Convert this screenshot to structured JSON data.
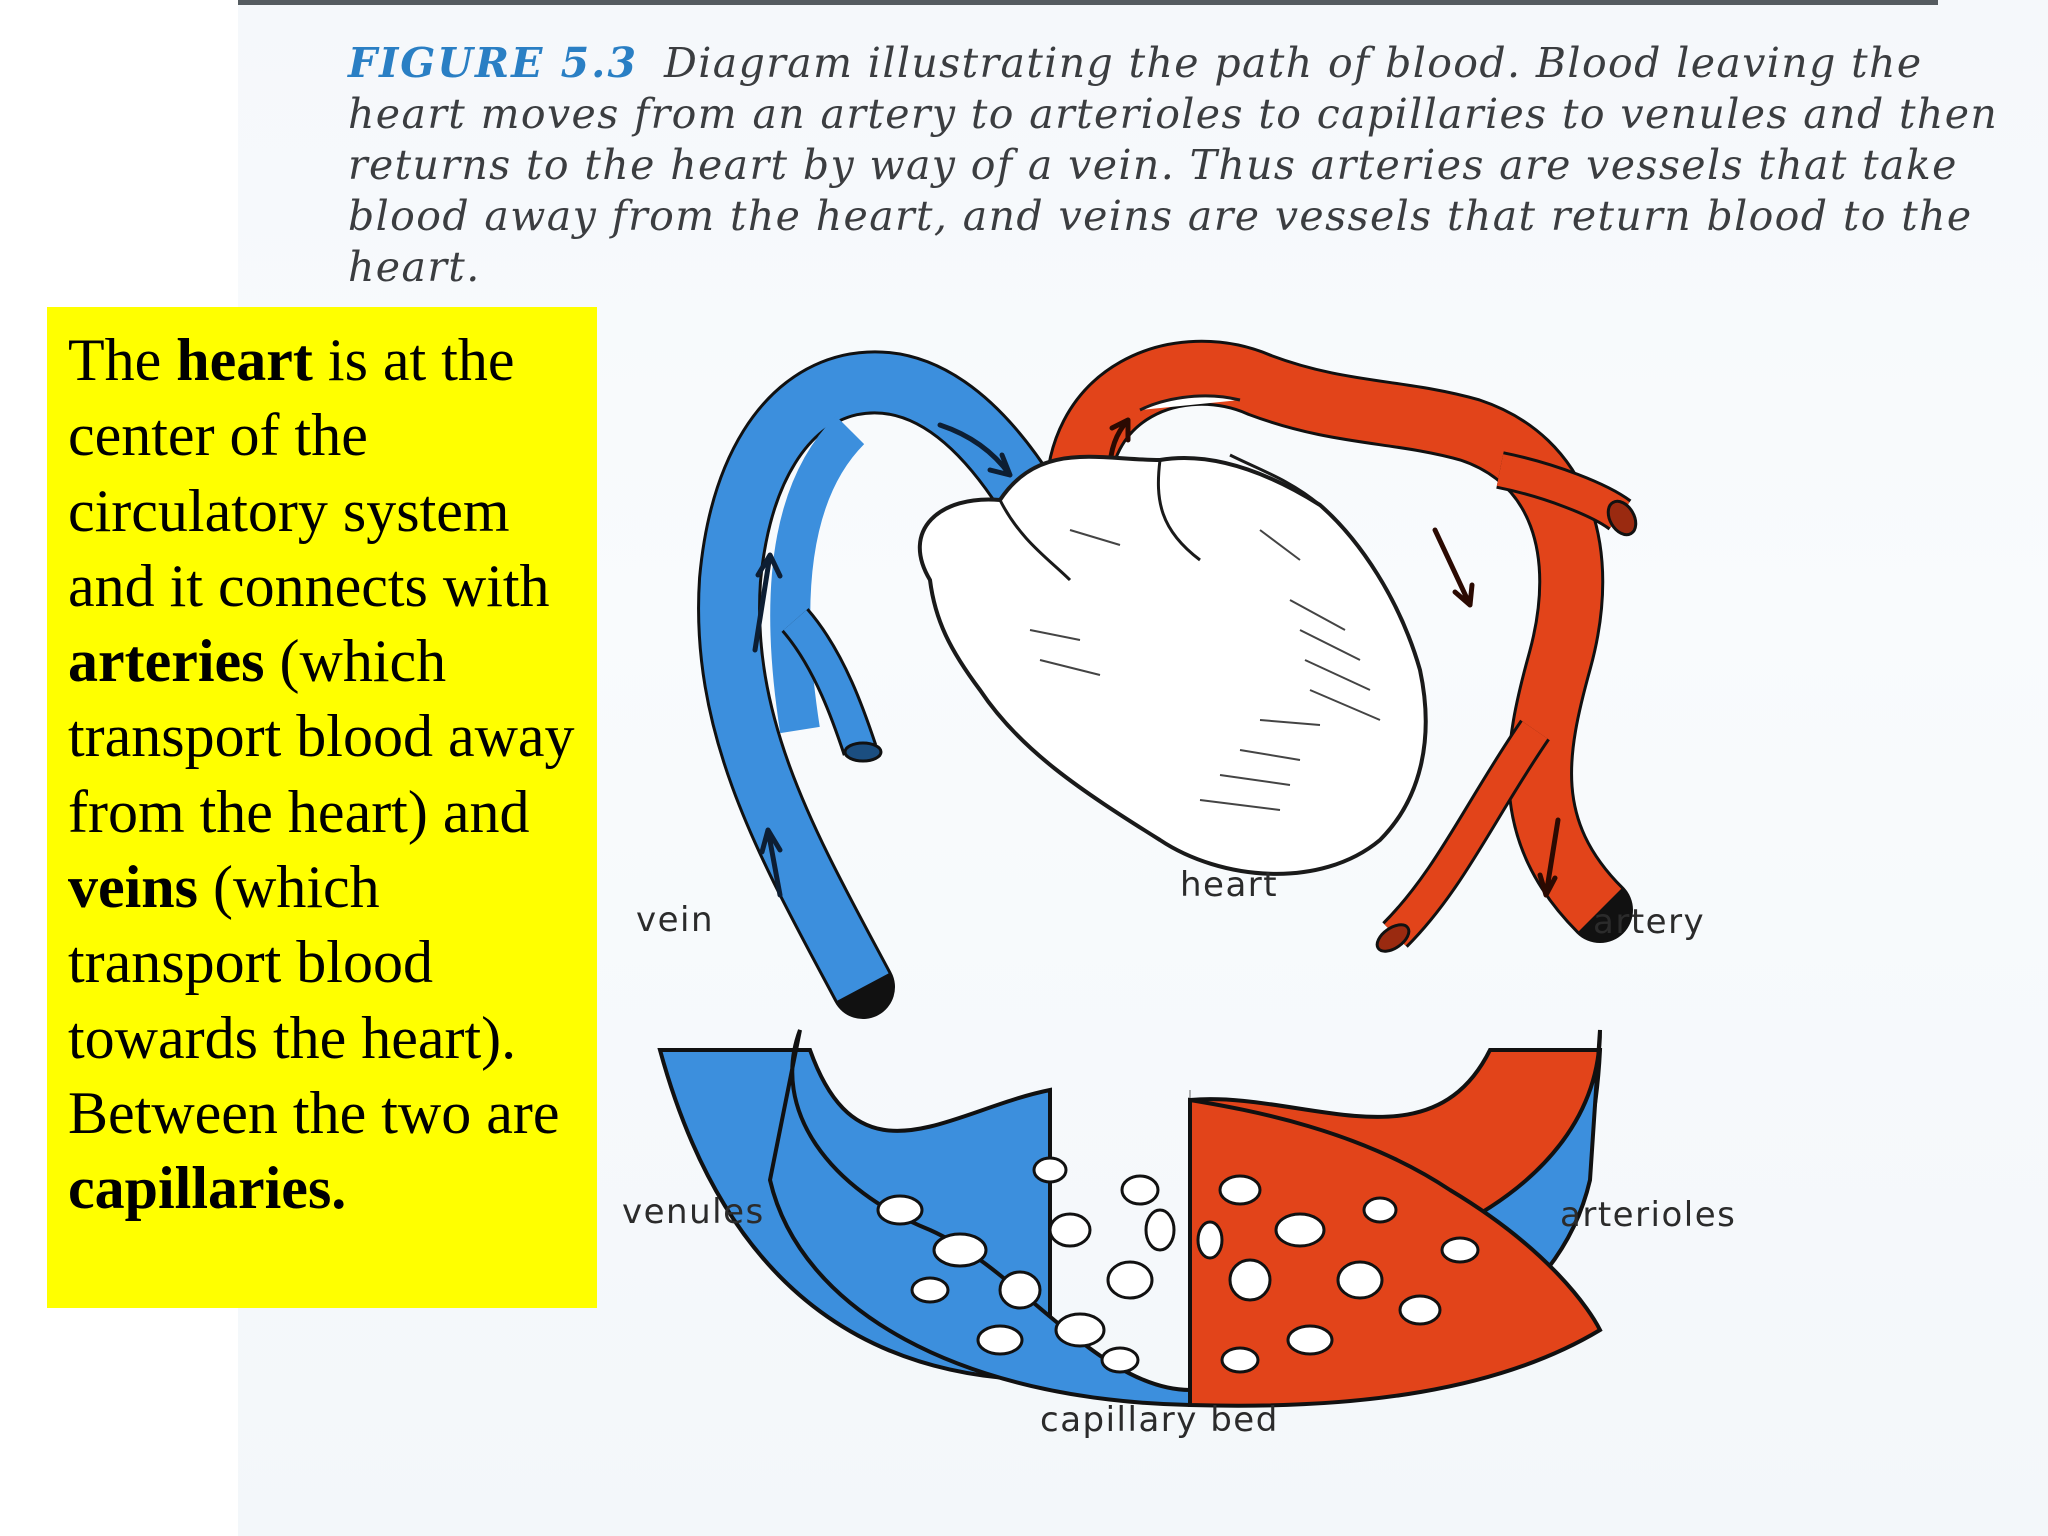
{
  "caption": {
    "figure_label": "FIGURE 5.3",
    "text": "Diagram illustrating the path of blood. Blood leaving the heart moves from an artery to arterioles to capillaries to venules and then returns to the heart by way of a vein. Thus arteries are vessels that take blood away from the heart, and veins are vessels that return blood to the heart."
  },
  "note": {
    "t1": "The ",
    "b1": "heart",
    "t2": " is at the center of the circulatory system and it connects with ",
    "b2": "arteries",
    "t3": " (which transport blood away from the heart) and ",
    "b3": "veins",
    "t4": " (which transport blood towards the heart).  Between the two are ",
    "b4": "capillaries."
  },
  "diagram": {
    "labels": {
      "heart": "heart",
      "vein": "vein",
      "artery": "artery",
      "venules": "venules",
      "arterioles": "arterioles",
      "capillary_bed": "capillary bed"
    }
  },
  "colors": {
    "vein_blue": "#3c8fdd",
    "artery_red": "#e2441a",
    "highlight_yellow": "#ffff00",
    "figure_label_blue": "#2a7fc4"
  }
}
